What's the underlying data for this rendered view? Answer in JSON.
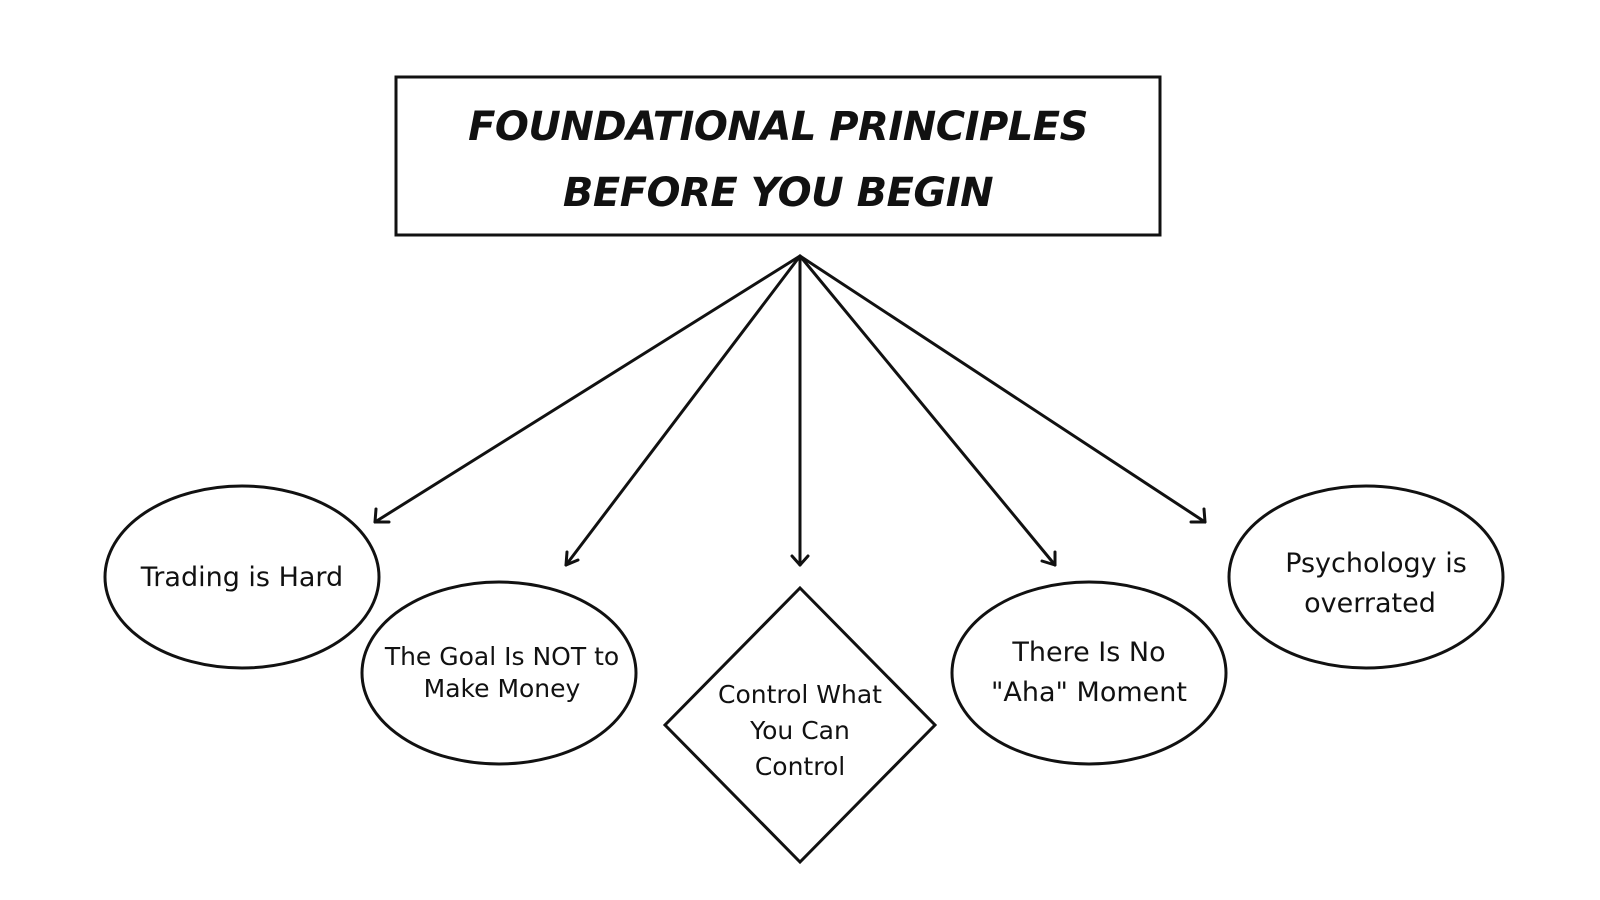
{
  "diagram": {
    "title": {
      "line1": "FOUNDATIONAL PRINCIPLES",
      "line2": "BEFORE YOU BEGIN"
    },
    "nodes": [
      {
        "id": "trading-hard",
        "shape": "ellipse",
        "lines": [
          "Trading is Hard"
        ]
      },
      {
        "id": "goal-not-money",
        "shape": "ellipse",
        "lines": [
          "The Goal Is NOT to",
          "Make Money"
        ]
      },
      {
        "id": "control",
        "shape": "diamond",
        "lines": [
          "Control What",
          "You Can",
          "Control"
        ]
      },
      {
        "id": "no-aha",
        "shape": "ellipse",
        "lines": [
          "There Is No",
          "\"Aha\" Moment"
        ]
      },
      {
        "id": "psychology",
        "shape": "ellipse",
        "lines": [
          "Psychology is",
          "overrated"
        ]
      }
    ]
  }
}
